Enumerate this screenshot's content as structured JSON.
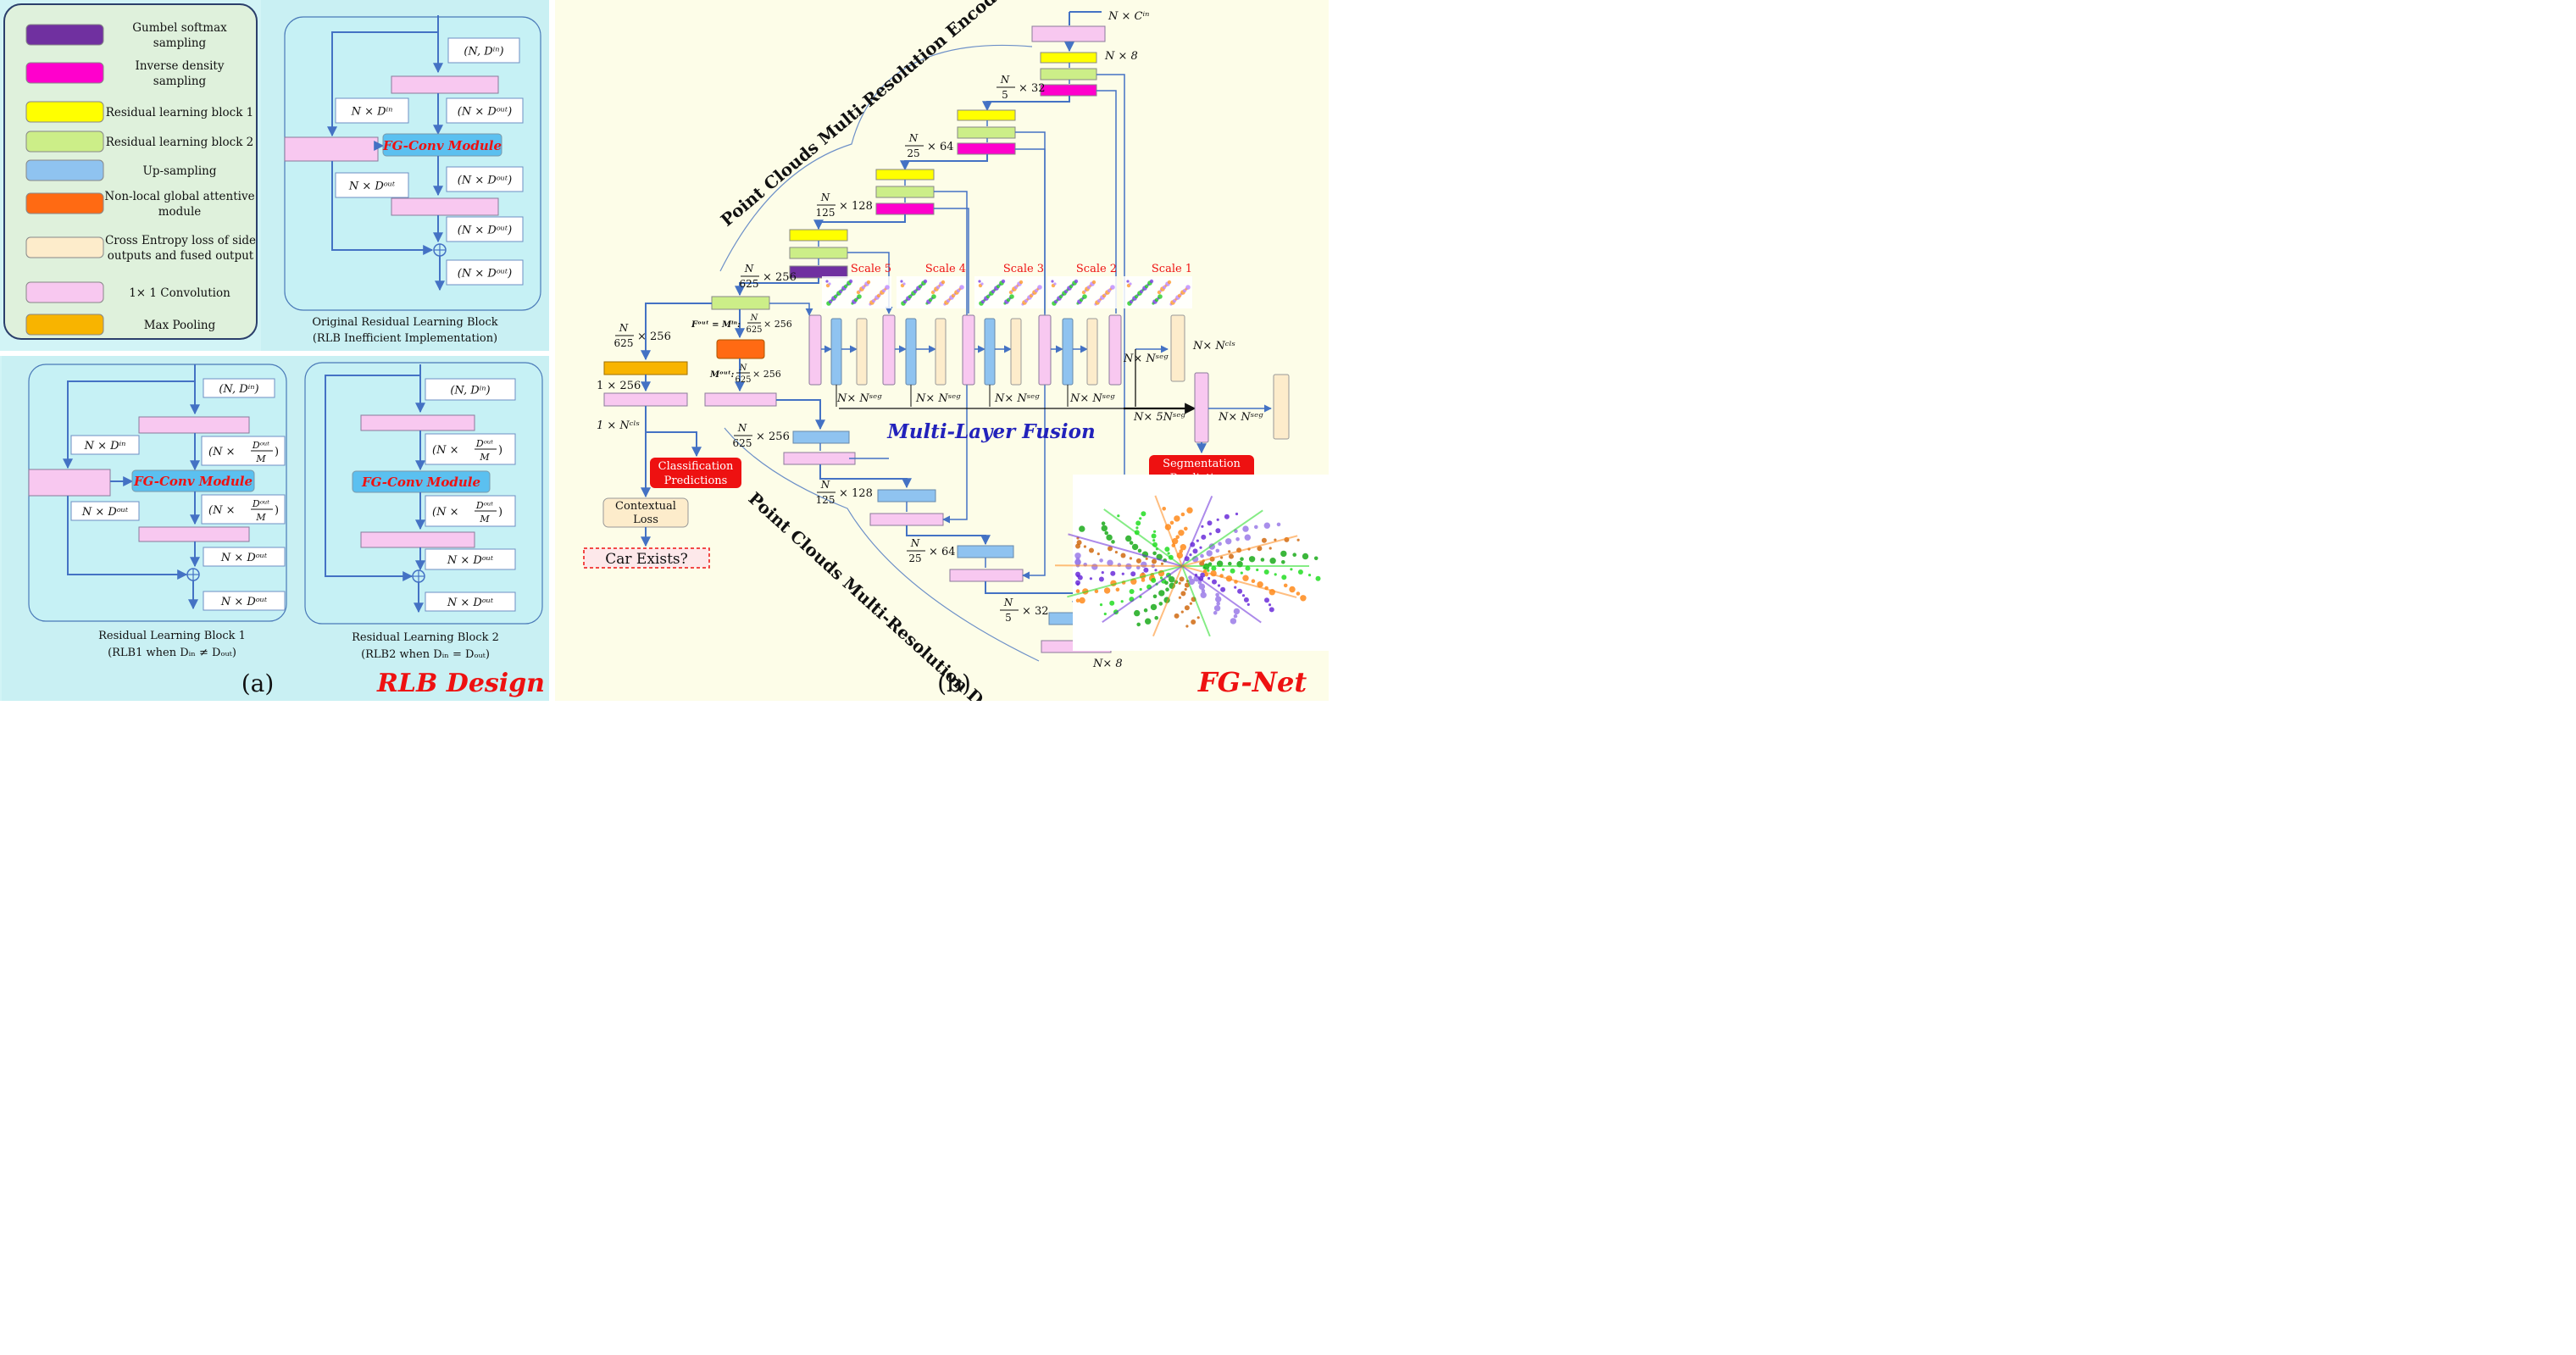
{
  "colors": {
    "gumbel": "#7030a0",
    "inverse_density": "#ff00cc",
    "rlb1": "#ffff00",
    "rlb2": "#ccee88",
    "upsampling": "#8fc3f0",
    "nonlocal": "#ff6a13",
    "ce_loss": "#fdeccb",
    "conv": "#f8c8f0",
    "maxpool": "#f8b400",
    "fgconv": "#5bc0f0",
    "arrow": "#4472c4",
    "accent_red": "#ee1111",
    "accent_blue": "#2222bb"
  },
  "legend": {
    "items": [
      {
        "key": "gumbel",
        "text": "Gumbel softmax sampling"
      },
      {
        "key": "inverse_density",
        "text": "Inverse density sampling"
      },
      {
        "key": "rlb1",
        "text": "Residual learning block 1"
      },
      {
        "key": "rlb2",
        "text": "Residual learning block 2"
      },
      {
        "key": "upsampling",
        "text": "Up-sampling"
      },
      {
        "key": "nonlocal",
        "text": "Non-local global attentive module"
      },
      {
        "key": "ce_loss",
        "text": "Cross Entropy loss of side outputs and fused output"
      },
      {
        "key": "conv",
        "text": "1× 1 Convolution"
      },
      {
        "key": "maxpool",
        "text": "Max Pooling"
      }
    ]
  },
  "blocks": {
    "fgconv_label": "FG-Conv Module",
    "original": {
      "title": "Original Residual Learning Block",
      "subtitle": "(RLB Inefficient Implementation)",
      "dims": [
        "(N, Dⁱⁿ)",
        "N × Dⁱⁿ",
        "(N × Dᵒᵘᵗ)",
        "N × Dᵒᵘᵗ",
        "(N × Dᵒᵘᵗ)",
        "(N × Dᵒᵘᵗ)",
        "(N × Dᵒᵘᵗ)"
      ]
    },
    "rlb1": {
      "title": "Residual Learning Block 1",
      "subtitle": "(RLB1 when Dᵢₙ ≠ Dₒᵤₜ)",
      "dims": [
        "(N, Dⁱⁿ)",
        "N × Dⁱⁿ",
        "(N × Dᵒᵘᵗ/M)",
        "N × Dᵒᵘᵗ",
        "(N × Dᵒᵘᵗ/M)",
        "N × Dᵒᵘᵗ",
        "N × Dᵒᵘᵗ"
      ]
    },
    "rlb2": {
      "title": "Residual Learning Block 2",
      "subtitle": "(RLB2 when Dᵢₙ = Dₒᵤₜ)",
      "dims": [
        "(N, Dⁱⁿ)",
        "(N × Dᵒᵘᵗ/M)",
        "(N × Dᵒᵘᵗ/M)",
        "N × Dᵒᵘᵗ",
        "N × Dᵒᵘᵗ"
      ]
    }
  },
  "panel_a": {
    "label": "(a)",
    "title": "RLB Design"
  },
  "panel_b": {
    "label": "(b)",
    "title": "FG-Net"
  },
  "net": {
    "encoder_label": "Point Clouds Multi-Resolution Encoder",
    "decoder_label": "Point Clouds Multi-Resolution Decoder",
    "fusion_label": "Multi-Layer Fusion",
    "scales": [
      "Scale 5",
      "Scale 4",
      "Scale 3",
      "Scale 2",
      "Scale 1"
    ],
    "dims": {
      "input": "N × Cⁱⁿ",
      "e1": "N × 8",
      "e2": "N/5 × 32",
      "e3": "N/25 × 64",
      "e4": "N/125 × 128",
      "e5": "N/625 × 256",
      "fout": "Fᵒᵘᵗ = Mⁱⁿ: N/625 × 256",
      "mout": "Mᵒᵘᵗ: N/625 × 256",
      "pool": "N/625 × 256",
      "cls_a": "1 × 256",
      "cls_b": "1 × Nᶜˡˢ",
      "d5": "N/625 × 256",
      "d4": "N/125 × 128",
      "d3": "N/25 × 64",
      "d2": "N/5 × 32",
      "d1": "N× 8",
      "seg": "N× Nˢᵉᵍ",
      "seg5": "N× 5Nˢᵉᵍ",
      "cls": "N× Nᶜˡˢ"
    },
    "classification": "Classification Predictions",
    "segmentation": "Segmentation Predictions",
    "contextual": "Contextual Loss",
    "car": "Car Exists?"
  }
}
